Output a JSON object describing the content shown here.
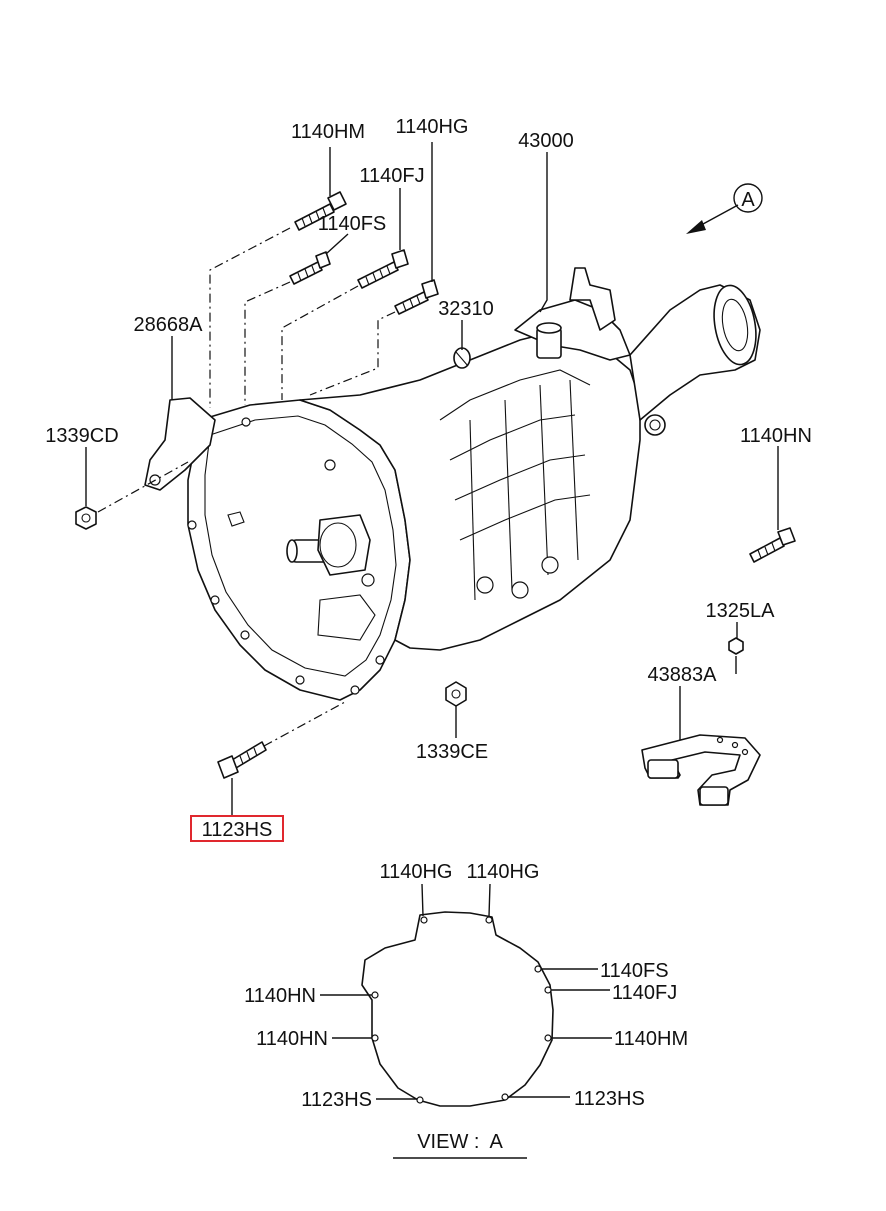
{
  "callouts": {
    "c1140HM": "1140HM",
    "c1140HG": "1140HG",
    "c43000": "43000",
    "c1140FJ": "1140FJ",
    "c1140FS": "1140FS",
    "c32310": "32310",
    "c28668A": "28668A",
    "c1339CD": "1339CD",
    "c1140HN": "1140HN",
    "c1325LA": "1325LA",
    "c43883A": "43883A",
    "c1339CE": "1339CE",
    "c1123HS": "1123HS",
    "viewMarker": "A"
  },
  "view_a": {
    "title": "VIEW :  A",
    "top_left": "1140HG",
    "top_right": "1140HG",
    "right1": "1140FS",
    "right2": "1140FJ",
    "right3": "1140HM",
    "left1": "1140HN",
    "left2": "1140HN",
    "bottom_left": "1123HS",
    "bottom_right": "1123HS"
  },
  "highlight_color": "#e0282e"
}
